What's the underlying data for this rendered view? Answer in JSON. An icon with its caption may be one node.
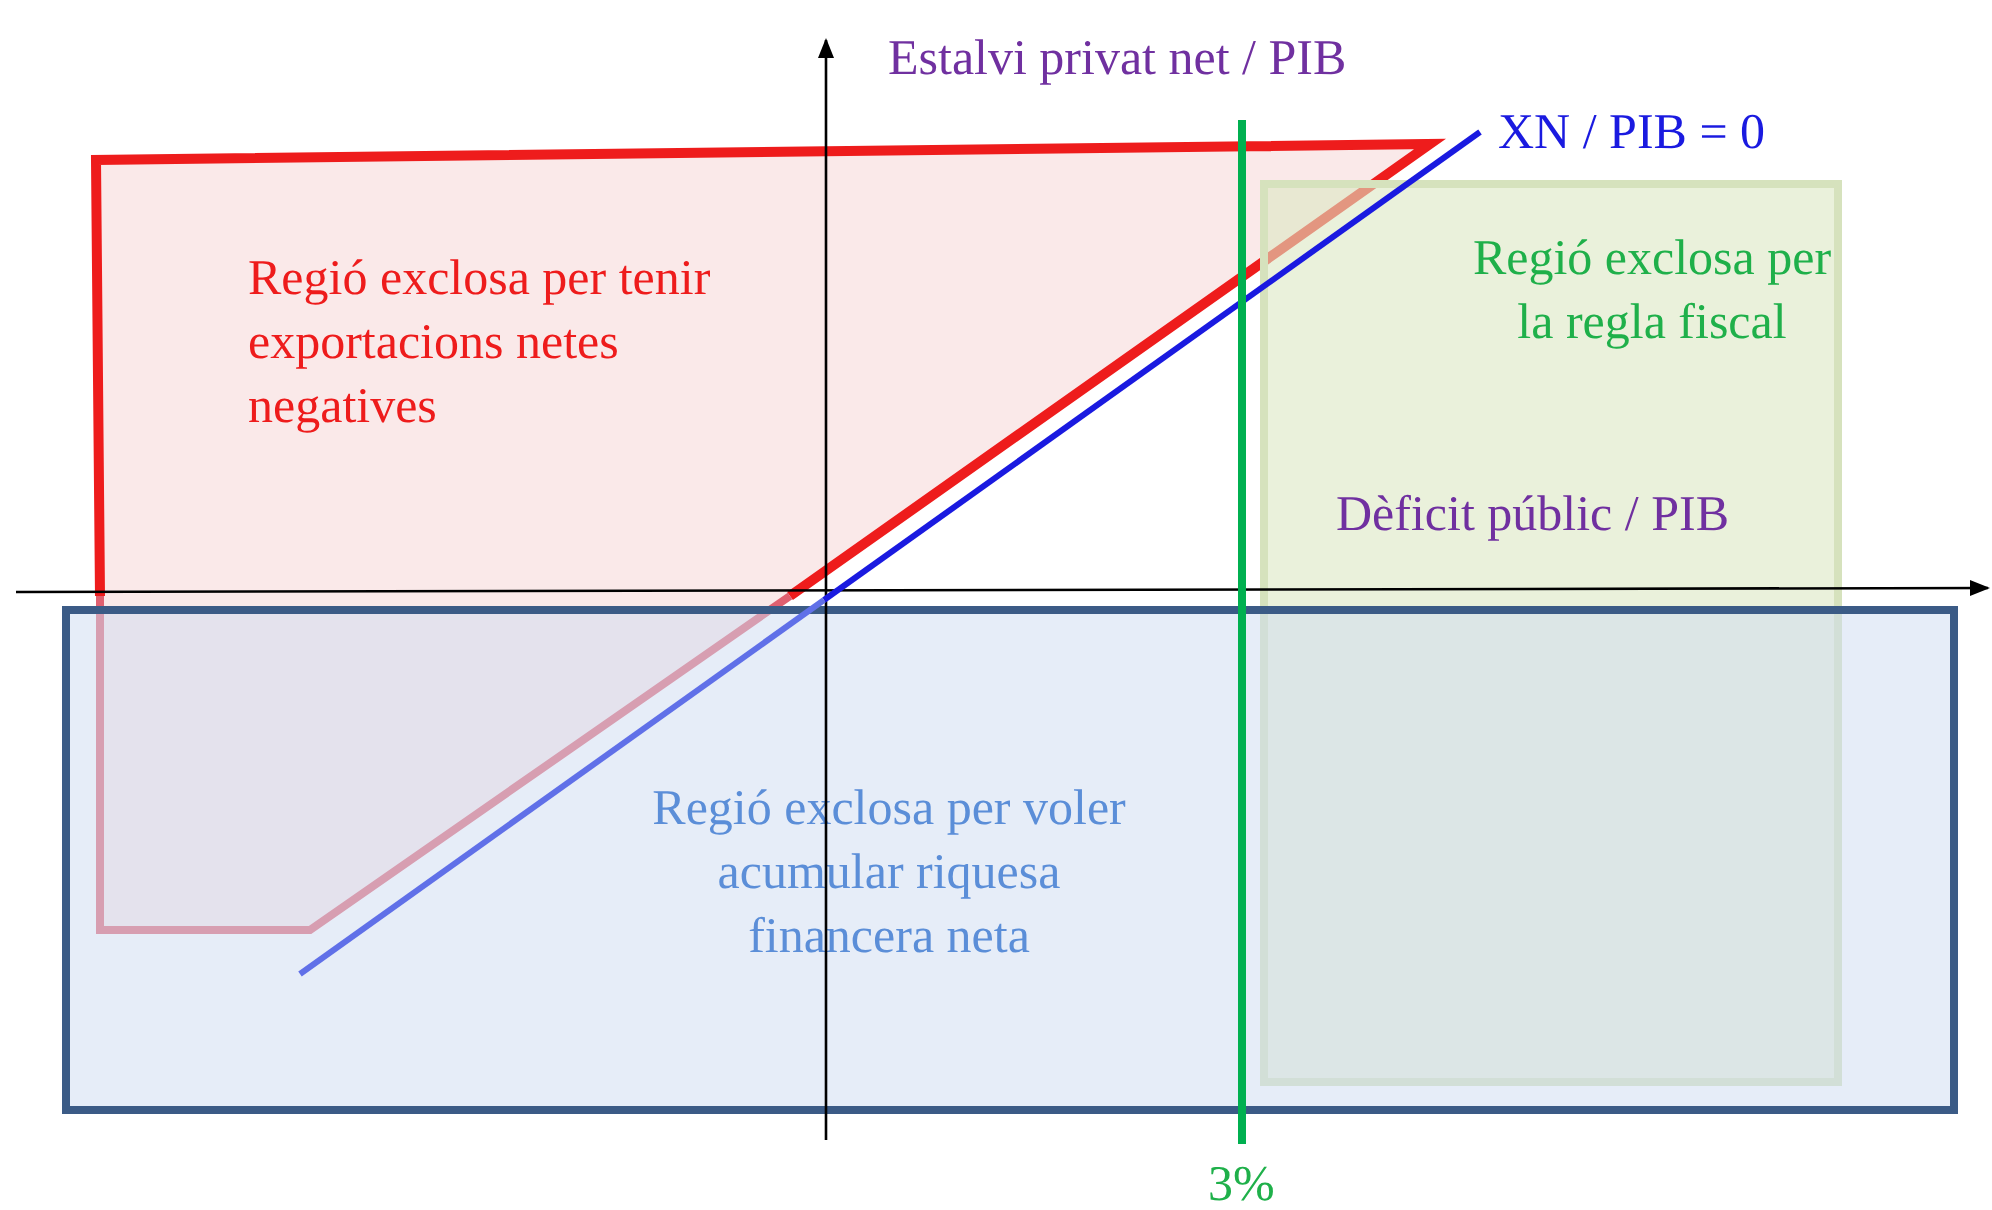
{
  "diagram": {
    "nodes": [
      {
        "text": [
          "Regió exclosa per tenir exportacions netes negatives"
        ]
      },
      {
        "text": [
          "Regió exclosa per la regla fiscal"
        ]
      },
      {
        "text": [
          "Regió exclosa per voler acumular riquesa financera neta"
        ]
      }
    ],
    "labels": [
      "Estalvi privat net / PIB",
      "XN / PIB = 0",
      "Dèficit públic / PIB",
      "3%"
    ]
  }
}
